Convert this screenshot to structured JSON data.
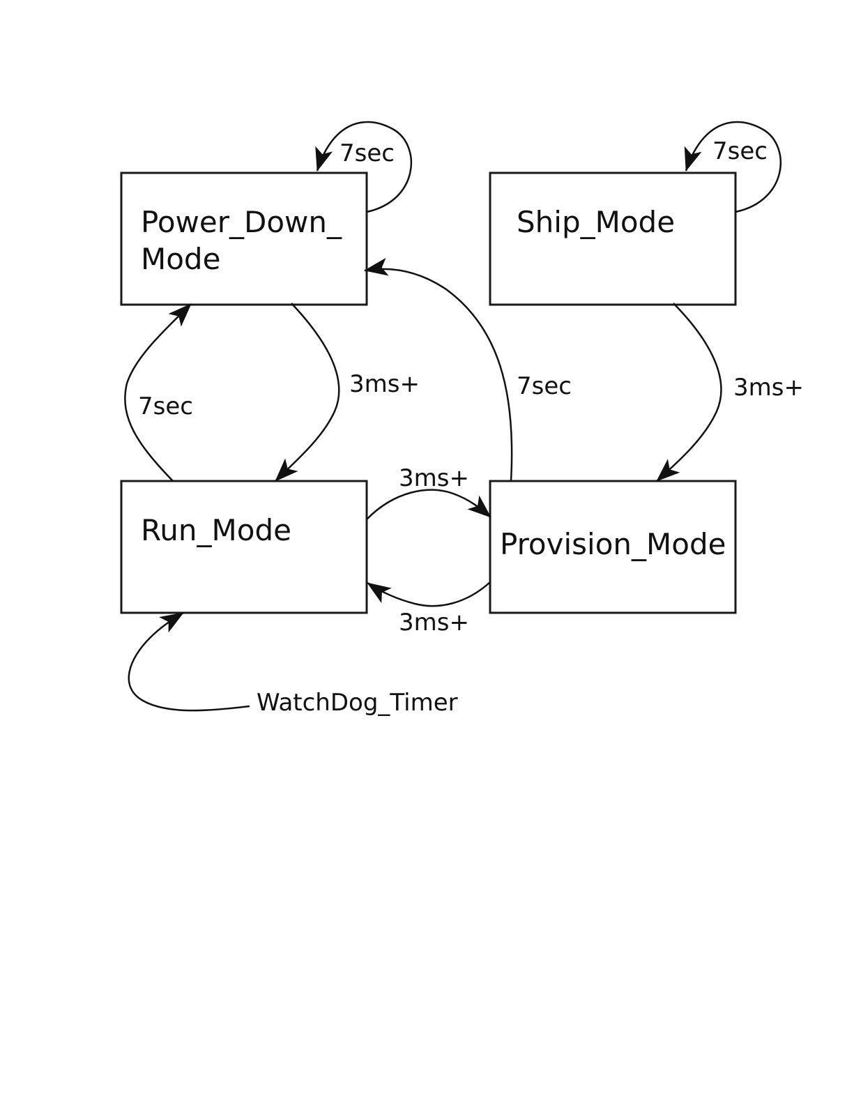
{
  "states": {
    "power_down": {
      "line1": "Power_Down_",
      "line2": "Mode"
    },
    "ship": {
      "label": "Ship_Mode"
    },
    "run": {
      "label": "Run_Mode"
    },
    "provision": {
      "label": "Provision_Mode"
    }
  },
  "transitions": {
    "power_down_self": "7sec",
    "ship_self": "7sec",
    "power_down_to_run": "3ms+",
    "run_to_power_down": "7sec",
    "provision_to_power_down": "7sec",
    "ship_to_provision": "3ms+",
    "run_to_provision": "3ms+",
    "provision_to_run": "3ms+",
    "watchdog_to_run": "WatchDog_Timer"
  },
  "colors": {
    "stroke": "#111111",
    "background": "#ffffff"
  }
}
